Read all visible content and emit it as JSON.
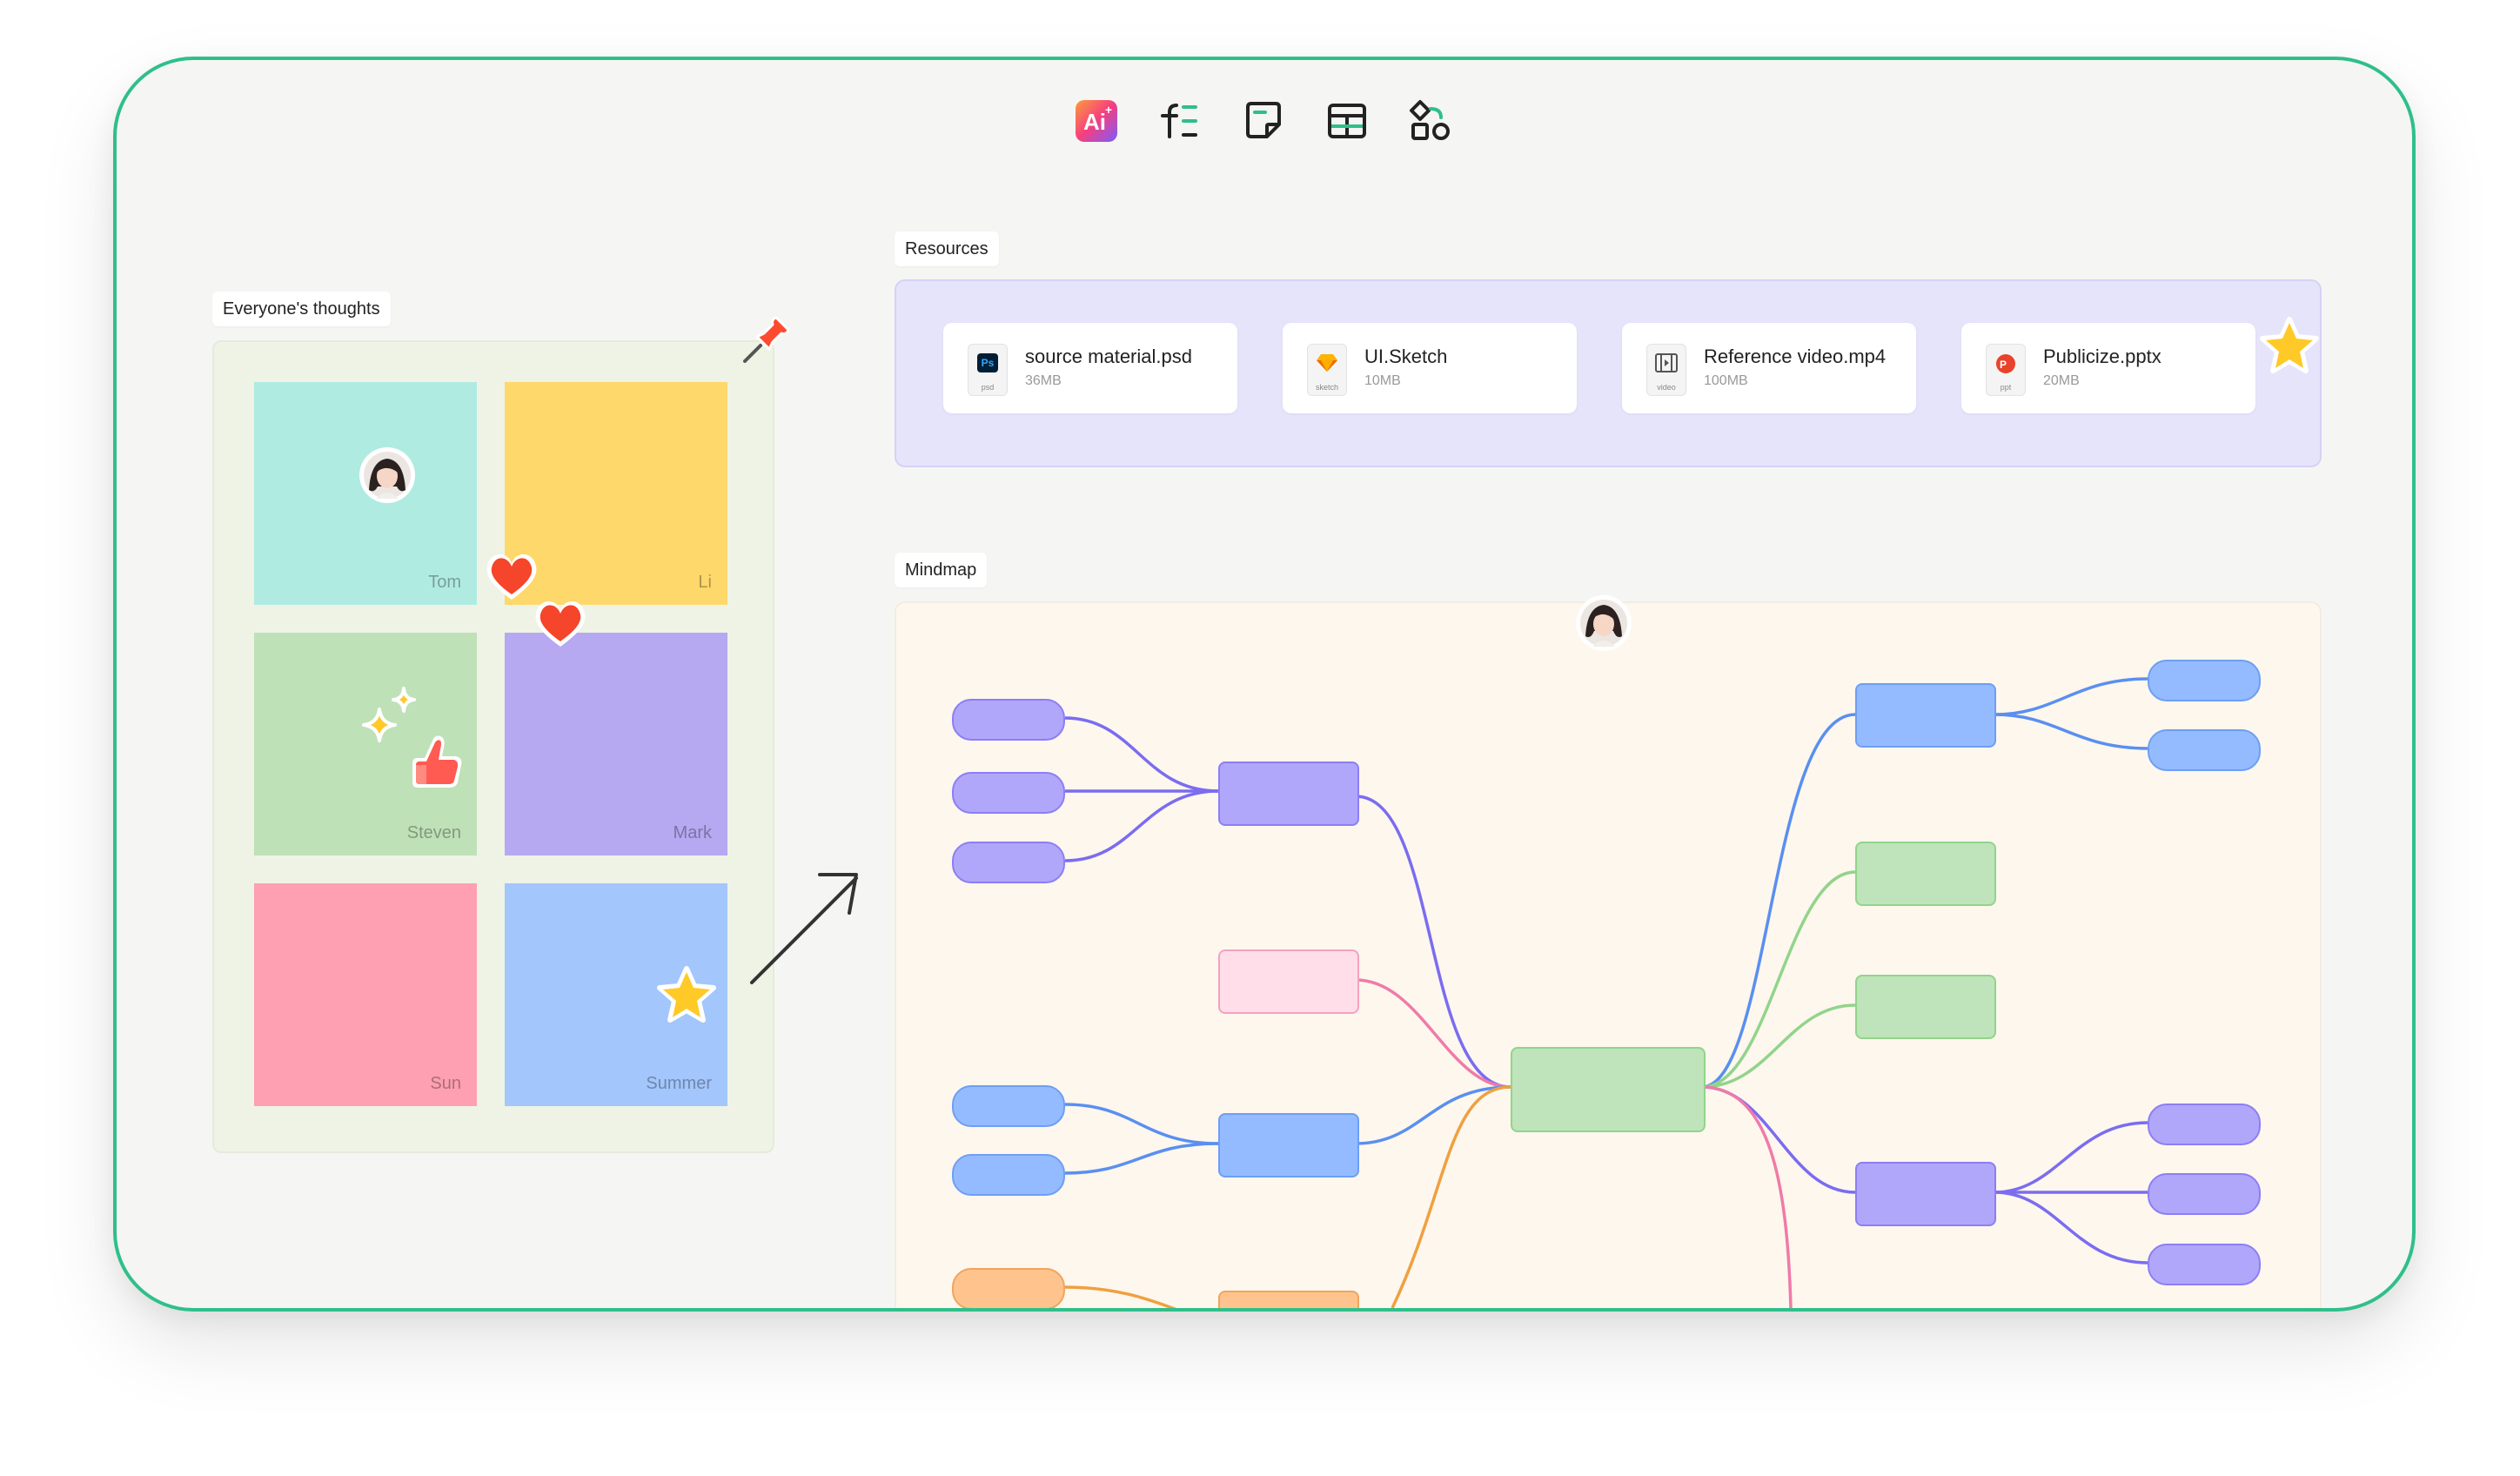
{
  "toolbar": {
    "ai_label": "Ai",
    "items": [
      "ai-button",
      "mindmap-tool",
      "sticky-note-tool",
      "table-tool",
      "shapes-tool"
    ]
  },
  "thoughts": {
    "title": "Everyone's thoughts",
    "notes": [
      {
        "name": "Tom",
        "color": "#b0ebe2"
      },
      {
        "name": "Li",
        "color": "#ffd86b"
      },
      {
        "name": "Steven",
        "color": "#bfe1b8"
      },
      {
        "name": "Mark",
        "color": "#b6a8f1"
      },
      {
        "name": "Sun",
        "color": "#fea0b1"
      },
      {
        "name": "Summer",
        "color": "#a3c6fc"
      }
    ]
  },
  "resources": {
    "title": "Resources",
    "files": [
      {
        "name": "source material.psd",
        "size": "36MB",
        "ext": "psd",
        "icon": "photoshop-file-icon"
      },
      {
        "name": "UI.Sketch",
        "size": "10MB",
        "ext": "sketch",
        "icon": "sketch-file-icon"
      },
      {
        "name": "Reference video.mp4",
        "size": "100MB",
        "ext": "video",
        "icon": "video-file-icon"
      },
      {
        "name": "Publicize.pptx",
        "size": "20MB",
        "ext": "ppt",
        "icon": "powerpoint-file-icon"
      }
    ]
  },
  "mindmap": {
    "title": "Mindmap"
  },
  "colors": {
    "accent_border": "#2fbf8a",
    "purple_node": "#b0a7fb",
    "blue_node": "#94bbff",
    "green_node": "#bfe4bb",
    "pink_node": "#ffdde9",
    "orange_node": "#ffc48e"
  }
}
